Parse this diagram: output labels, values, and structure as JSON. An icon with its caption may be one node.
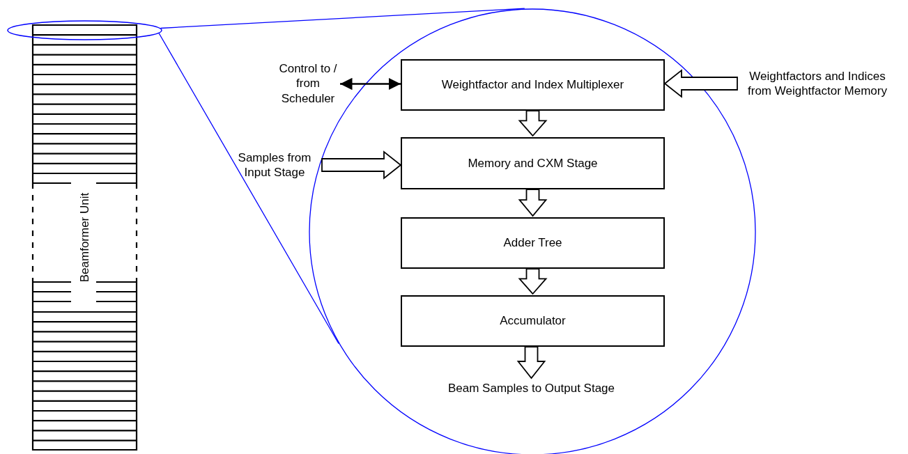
{
  "diagram": {
    "nodes": [
      {
        "text": [
          "Beamformer Unit"
        ]
      },
      {
        "text": [],
        "shape": "ellipse"
      },
      {
        "text": [],
        "shape": "circle"
      },
      {
        "text": [
          "Control to / from Scheduler"
        ]
      },
      {
        "text": [
          "Weightfactor and Index Multiplexer"
        ],
        "in": 2
      },
      {
        "text": [
          "Weightfactors and Indices from Weightfactor Memory"
        ]
      },
      {
        "text": [
          "Samples from Input Stage"
        ]
      },
      {
        "text": [
          "Memory and CXM Stage"
        ],
        "in": 2
      },
      {
        "text": [
          "Adder Tree"
        ],
        "in": 2
      },
      {
        "text": [
          "Accumulator"
        ],
        "in": 2
      },
      {
        "text": [
          "Beam Samples to Output Stage"
        ],
        "in": 2
      }
    ],
    "edges": [
      {
        "from": 1,
        "to": 2,
        "arrow": "none",
        "color": "#0000ff"
      },
      {
        "from": 1,
        "to": 2,
        "arrow": "none",
        "color": "#0000ff"
      },
      {
        "from": 3,
        "to": 4,
        "arrow": "both",
        "color": "#000000"
      },
      {
        "from": 5,
        "to": 4,
        "arrow": "to",
        "style": "thick"
      },
      {
        "from": 4,
        "to": 7,
        "arrow": "to",
        "style": "thick"
      },
      {
        "from": 6,
        "to": 7,
        "arrow": "to",
        "style": "thick"
      },
      {
        "from": 7,
        "to": 8,
        "arrow": "to",
        "style": "thick"
      },
      {
        "from": 8,
        "to": 9,
        "arrow": "to",
        "style": "thick"
      },
      {
        "from": 9,
        "to": 10,
        "arrow": "to",
        "style": "thick"
      }
    ]
  }
}
